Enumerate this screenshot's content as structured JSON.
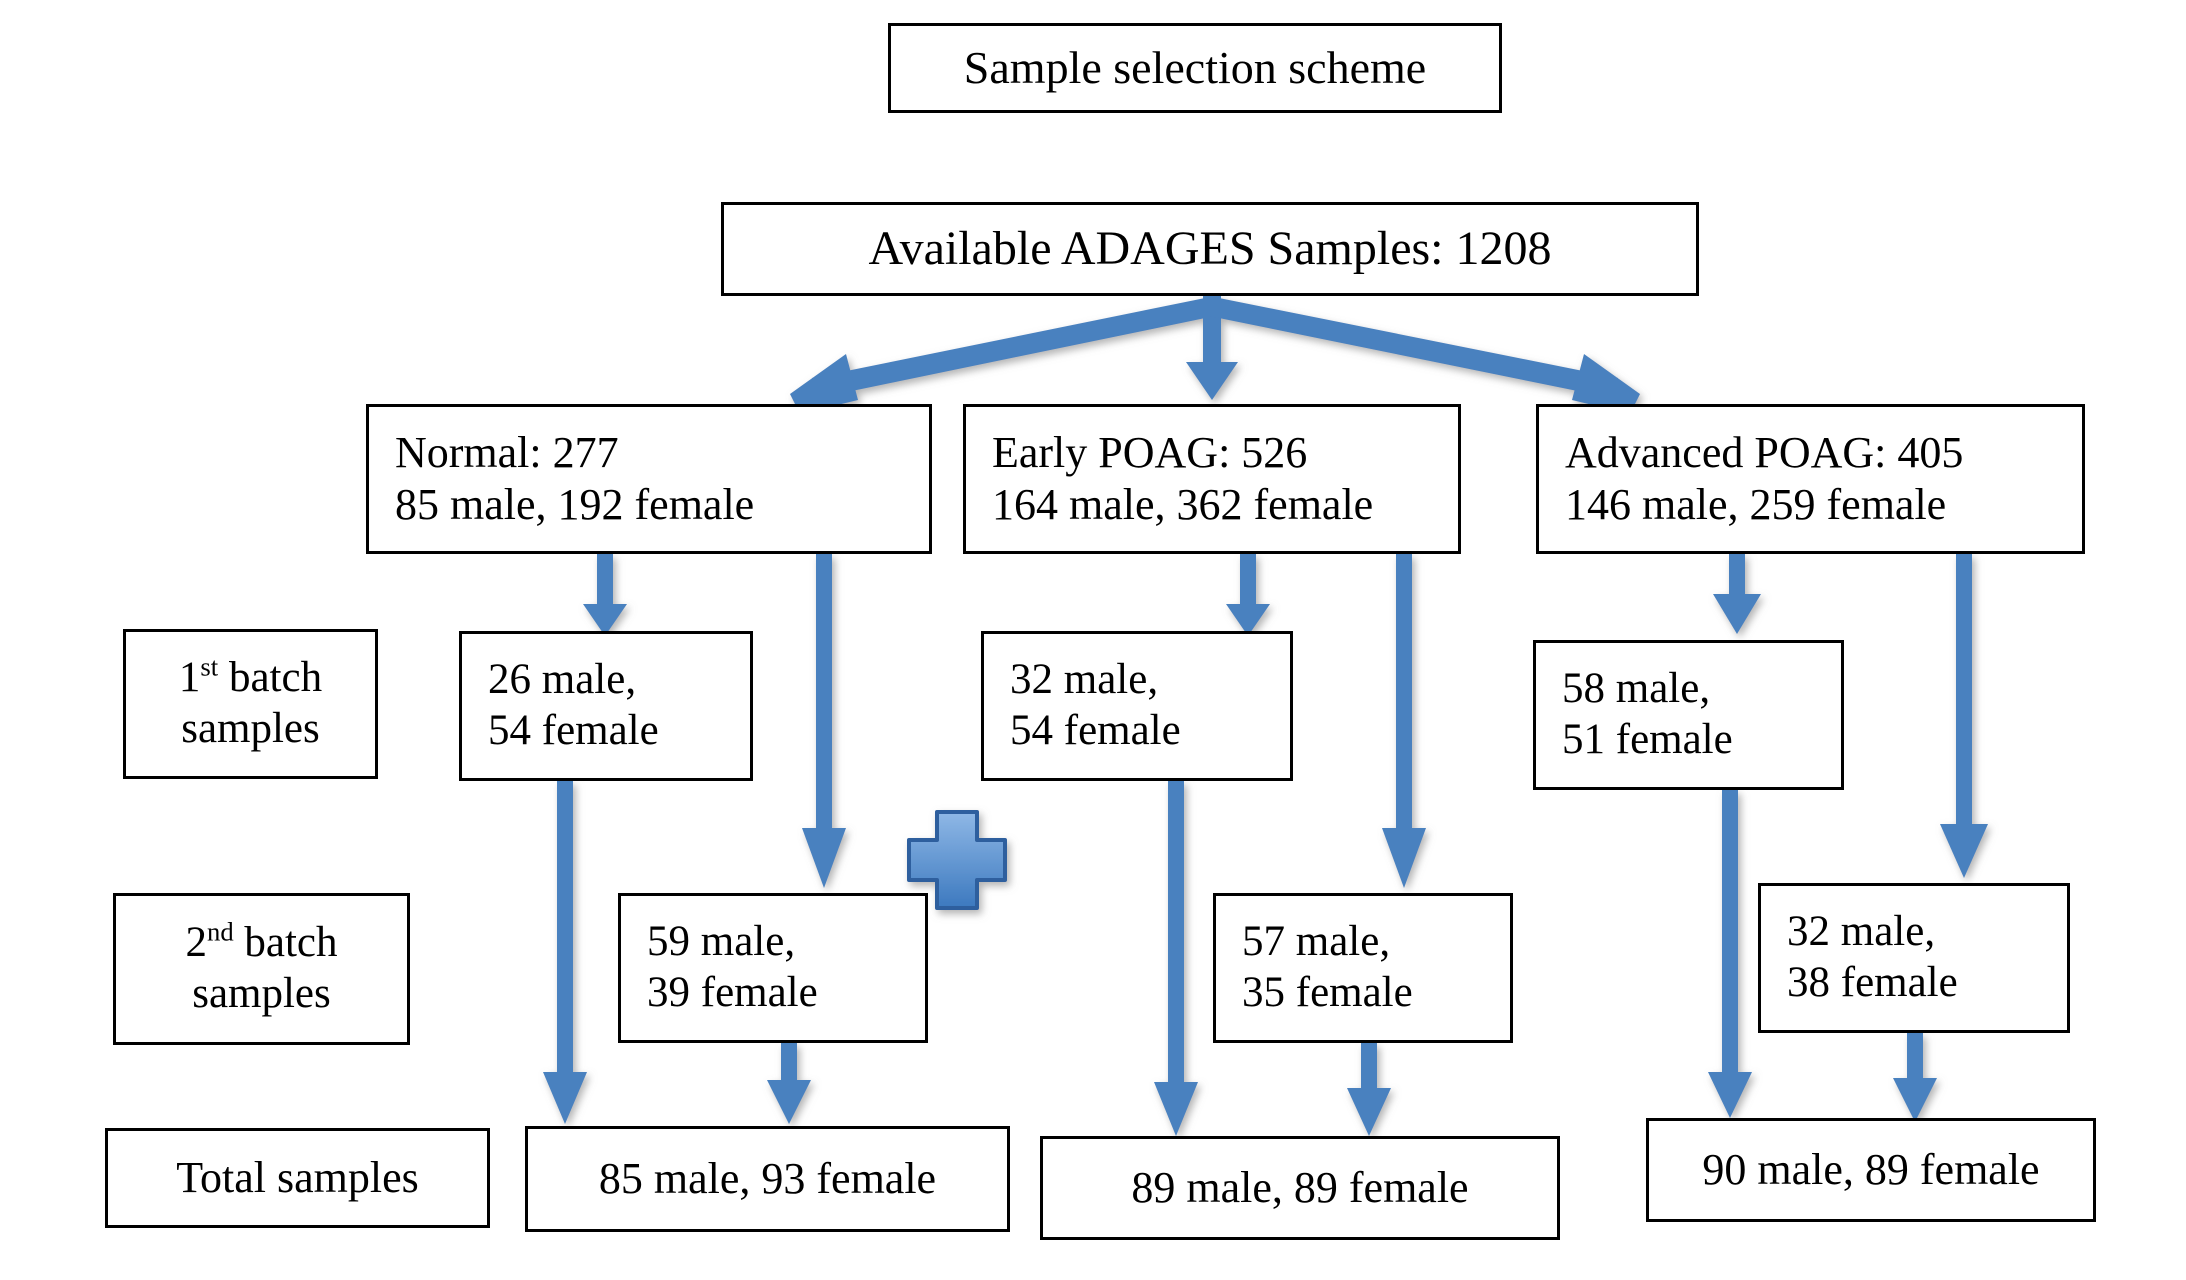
{
  "title": {
    "text": "Sample selection scheme"
  },
  "source": {
    "text": "Available ADAGES Samples: 1208"
  },
  "row_labels": {
    "batch1_line1_prefix": "1",
    "batch1_line1_sup": "st",
    "batch1_line1_suffix": " batch",
    "batch1_line2": "samples",
    "batch2_line1_prefix": "2",
    "batch2_line1_sup": "nd",
    "batch2_line1_suffix": " batch",
    "batch2_line2": "samples",
    "total_label": "Total samples"
  },
  "groups": [
    {
      "name": "normal",
      "header_line1": "Normal: 277",
      "header_line2": "85 male, 192 female",
      "batch1_line1": "26 male,",
      "batch1_line2": "54 female",
      "batch2_line1": "59 male,",
      "batch2_line2": "39 female",
      "total": "85 male, 93 female"
    },
    {
      "name": "early-poag",
      "header_line1": "Early POAG: 526",
      "header_line2": "164 male, 362 female",
      "batch1_line1": "32 male,",
      "batch1_line2": "54 female",
      "batch2_line1": "57 male,",
      "batch2_line2": "35 female",
      "total": "89 male, 89 female"
    },
    {
      "name": "advanced-poag",
      "header_line1": "Advanced POAG: 405",
      "header_line2": "146 male, 259 female",
      "batch1_line1": "58 male,",
      "batch1_line2": "51 female",
      "batch2_line1": "32 male,",
      "batch2_line2": "38 female",
      "total": "90 male, 89 female"
    }
  ],
  "icons": {
    "plus": "plus-icon"
  },
  "colors": {
    "arrow": "#4A81BF",
    "arrow_light": "#7BA7DB",
    "box_border": "#000000",
    "text": "#000000",
    "background": "#FFFFFF"
  },
  "chart_data": {
    "type": "diagram",
    "title": "Sample selection scheme",
    "root": {
      "label": "Available ADAGES Samples",
      "value": 1208
    },
    "groups": [
      {
        "name": "Normal",
        "total": 277,
        "male": 85,
        "female": 192,
        "batch1": {
          "male": 26,
          "female": 54
        },
        "batch2": {
          "male": 59,
          "female": 39
        },
        "totals": {
          "male": 85,
          "female": 93
        }
      },
      {
        "name": "Early POAG",
        "total": 526,
        "male": 164,
        "female": 362,
        "batch1": {
          "male": 32,
          "female": 54
        },
        "batch2": {
          "male": 57,
          "female": 35
        },
        "totals": {
          "male": 89,
          "female": 89
        }
      },
      {
        "name": "Advanced POAG",
        "total": 405,
        "male": 146,
        "female": 259,
        "batch1": {
          "male": 58,
          "female": 51
        },
        "batch2": {
          "male": 32,
          "female": 38
        },
        "totals": {
          "male": 90,
          "female": 89
        }
      }
    ],
    "row_labels": [
      "1st batch samples",
      "2nd batch samples",
      "Total samples"
    ]
  }
}
